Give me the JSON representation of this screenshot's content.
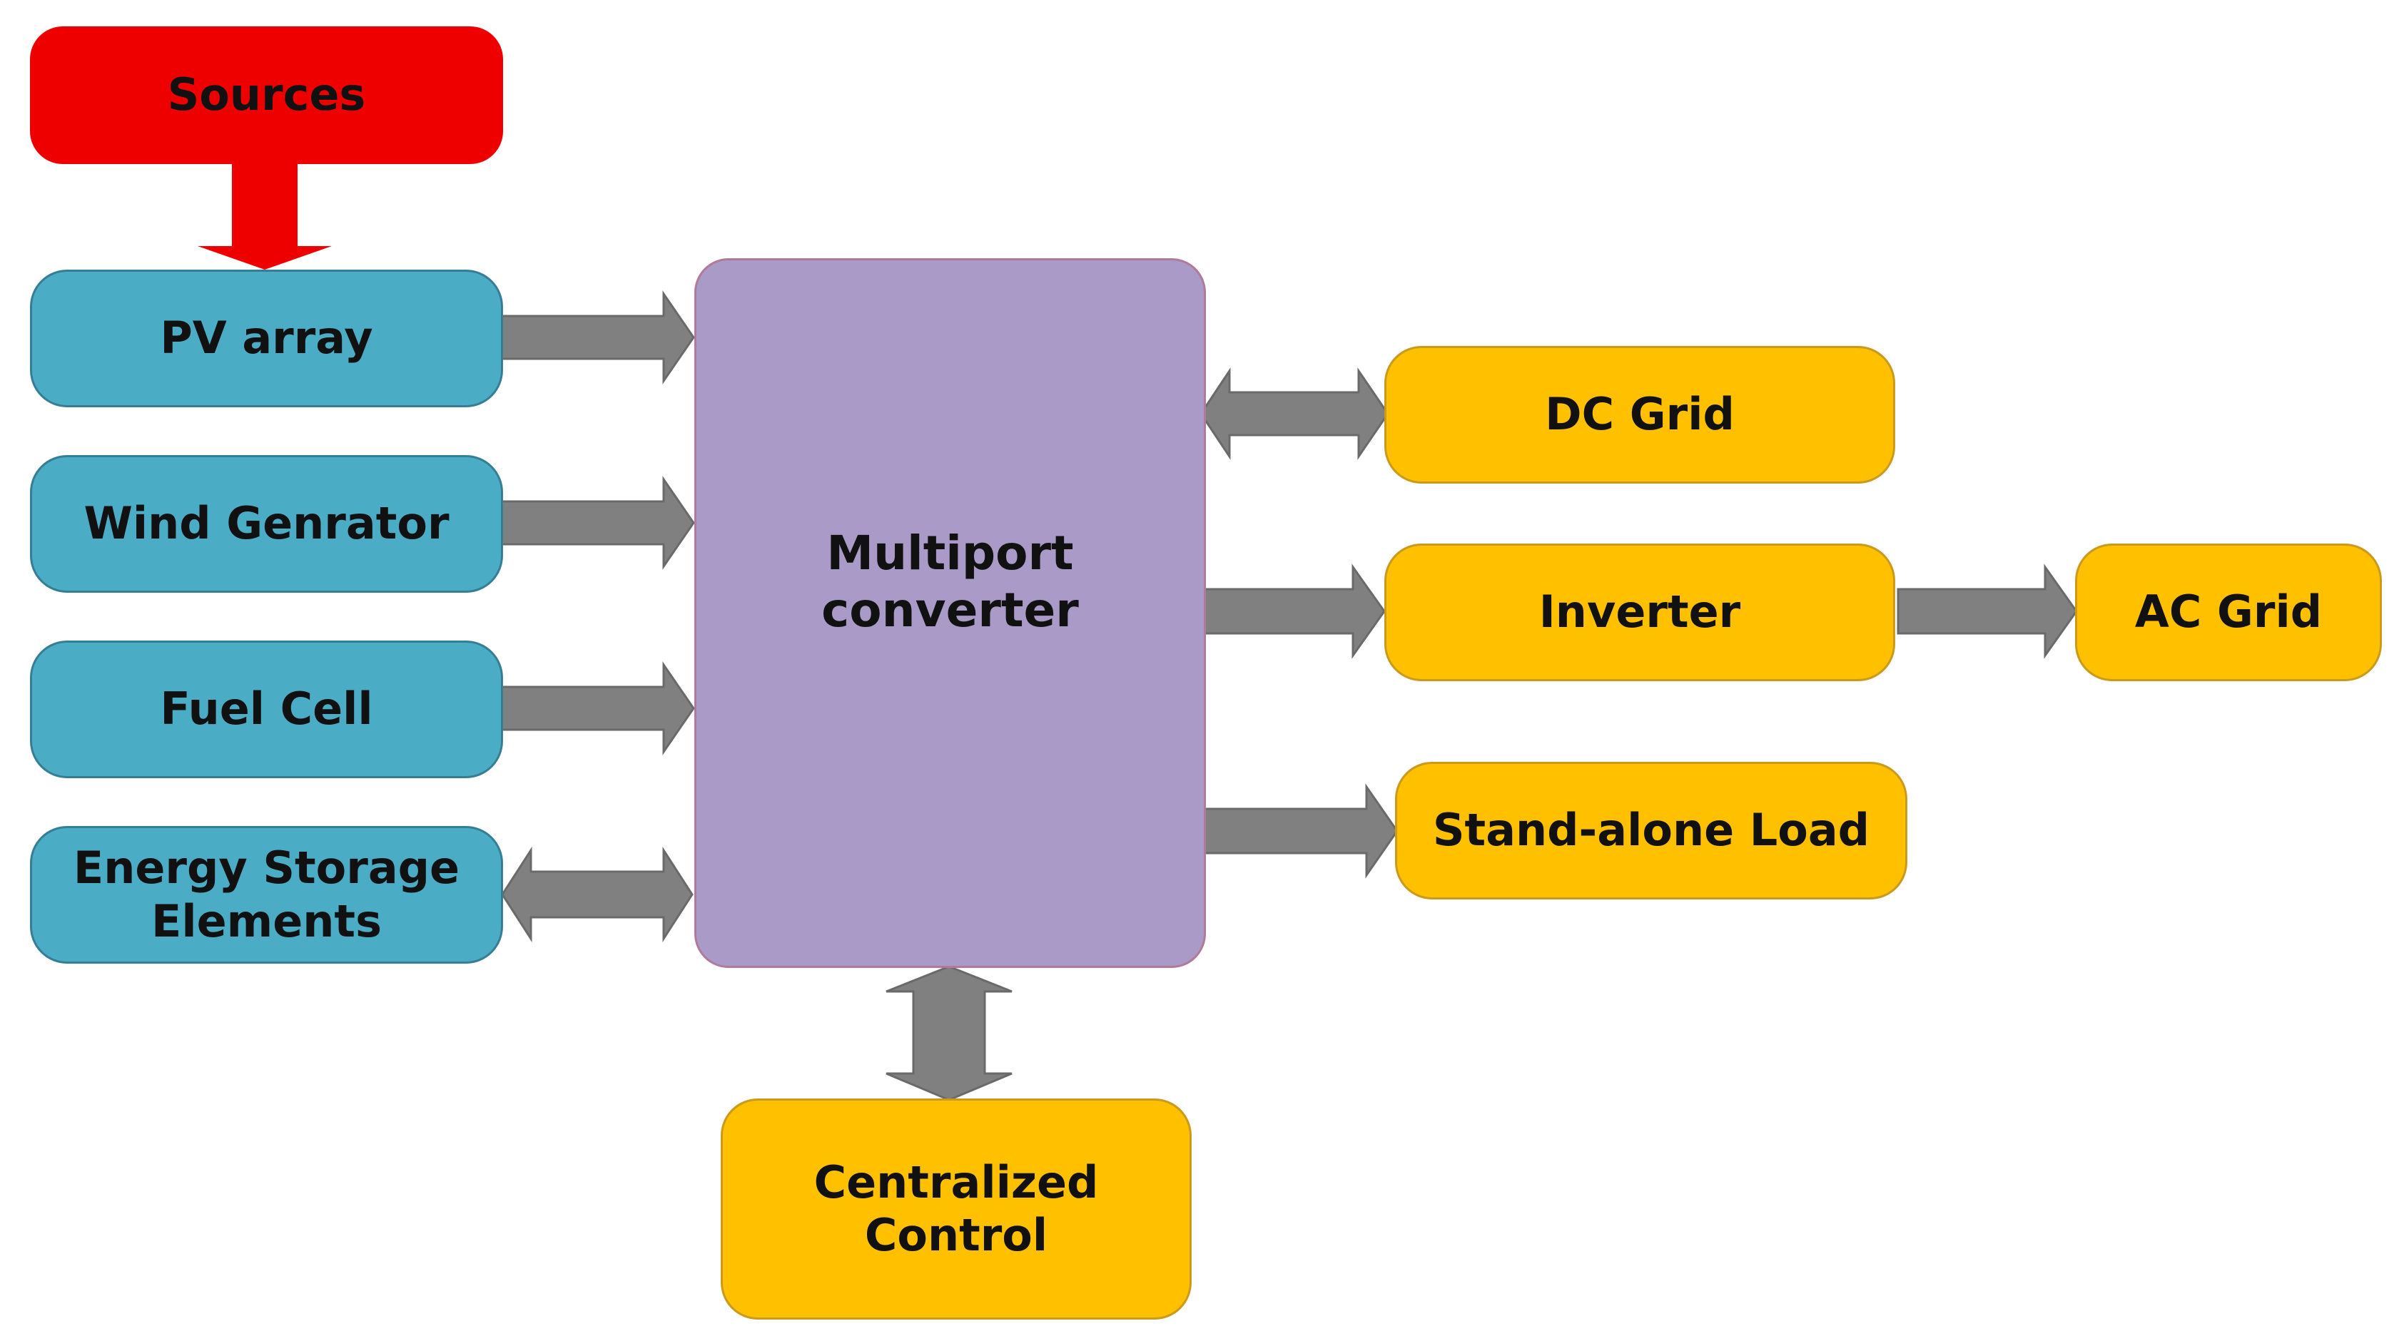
{
  "diagram": {
    "sources": "Sources",
    "inputs": {
      "pv": "PV array",
      "wind": "Wind Genrator",
      "fuel": "Fuel Cell",
      "storage": "Energy Storage\nElements"
    },
    "converter": "Multiport\nconverter",
    "outputs": {
      "dc_grid": "DC Grid",
      "inverter": "Inverter",
      "ac_grid": "AC Grid",
      "load": "Stand-alone Load"
    },
    "control": "Centralized\nControl"
  },
  "colors": {
    "sources": "#ee0000",
    "input_blocks": "#4bacc6",
    "converter": "#a99ac7",
    "output_blocks": "#ffc000",
    "arrows": "#7f7f7f"
  }
}
